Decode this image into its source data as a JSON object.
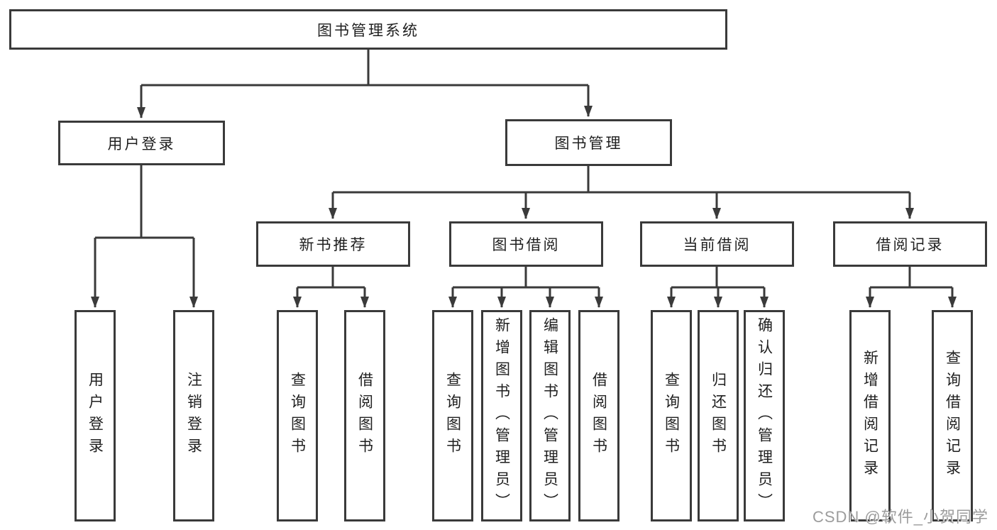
{
  "diagram": {
    "root": {
      "label": "图书管理系统"
    },
    "branches": [
      {
        "label": "用户登录",
        "children": [
          {
            "label": "用户登录"
          },
          {
            "label": "注销登录"
          }
        ]
      },
      {
        "label": "图书管理",
        "children": [
          {
            "label": "新书推荐",
            "children": [
              {
                "label": "查询图书"
              },
              {
                "label": "借阅图书"
              }
            ]
          },
          {
            "label": "图书借阅",
            "children": [
              {
                "label": "查询图书"
              },
              {
                "label": "新增图书（管理员）"
              },
              {
                "label": "编辑图书（管理员）"
              },
              {
                "label": "借阅图书"
              }
            ]
          },
          {
            "label": "当前借阅",
            "children": [
              {
                "label": "查询图书"
              },
              {
                "label": "归还图书"
              },
              {
                "label": "确认归还（管理员）"
              }
            ]
          },
          {
            "label": "借阅记录",
            "children": [
              {
                "label": "新增借阅记录"
              },
              {
                "label": "查询借阅记录"
              }
            ]
          }
        ]
      }
    ],
    "watermark": {
      "label": "CSDN @软件_小贺同学"
    },
    "colors": {
      "line": "#3a3a3a",
      "box_border": "#3a3a3a",
      "box_background": "#ffffff",
      "text": "#1f1f1f",
      "watermark": "#9c9c9c"
    }
  }
}
